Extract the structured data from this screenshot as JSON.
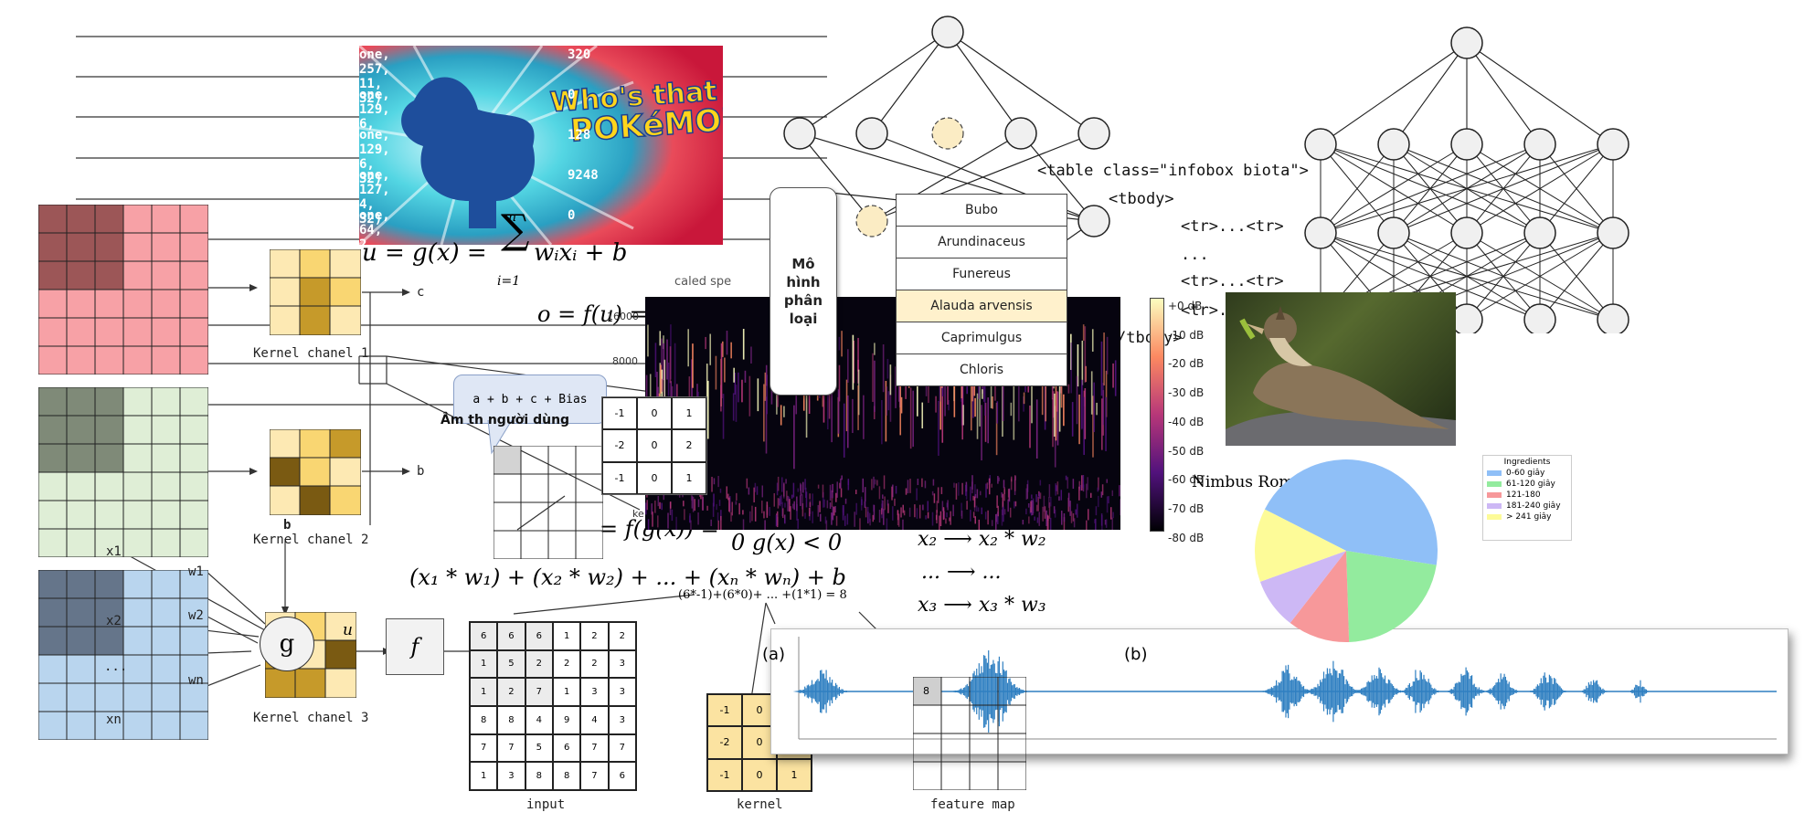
{
  "keras_summary": {
    "rows": [
      {
        "shape": "one, 257, 11, 32)",
        "params": "320"
      },
      {
        "shape": "one, 129, 6, ",
        "params": "0"
      },
      {
        "shape": "one, 129, 6, 32)",
        "params": "128"
      },
      {
        "shape": "one, 127, 4, 32)",
        "params": "9248"
      },
      {
        "shape": "one, 64, 2, 32)",
        "params": "0"
      }
    ]
  },
  "pokemon": {
    "line1": "Who's that",
    "line2": "POKéMON?"
  },
  "equations": {
    "u": "u = g(x) =",
    "sum_top": "n",
    "sum_bottom": "i=1",
    "sum_term": "wᵢxᵢ + b",
    "o": "o = f(u) =",
    "fg": "= f(g(x)) =",
    "piece": "0    g(x) < 0",
    "weighted_sum": "(x₁ * w₁) + (x₂ * w₂) + ... + (xₙ * wₙ) + b",
    "calc": "(6*-1)+(6*0)+ ... +(1*1) = 8",
    "map1": "x₂  ⟶ x₂ * w₂",
    "map2": "...   ⟶    ...",
    "map3": "x₃  ⟶ x₃ * w₃"
  },
  "kernels": {
    "label1": "Kernel chanel 1",
    "label2": "Kernel chanel 2",
    "label3": "Kernel chanel 3",
    "out_c": "c",
    "out_b": "b",
    "b_under": "b",
    "g": "g",
    "f": "f",
    "u": "u",
    "o": "o"
  },
  "neuron_inputs": {
    "x1": "x1",
    "x2": "x2",
    "dots": "...",
    "xn": "xn",
    "w1": "w1",
    "w2": "w2",
    "wn": "wn"
  },
  "bubble": {
    "text": "a + b + c + Bias"
  },
  "user_audio_label": "Âm th    người dùng",
  "kernel_small": [
    [
      "-1",
      "0",
      "1"
    ],
    [
      "-2",
      "0",
      "2"
    ],
    [
      "-1",
      "0",
      "1"
    ]
  ],
  "input_matrix": {
    "label": "input",
    "cells": [
      [
        "6",
        "6",
        "6",
        "1",
        "2",
        "2"
      ],
      [
        "1",
        "5",
        "2",
        "2",
        "2",
        "3"
      ],
      [
        "1",
        "2",
        "7",
        "1",
        "3",
        "3"
      ],
      [
        "8",
        "8",
        "4",
        "9",
        "4",
        "3"
      ],
      [
        "7",
        "7",
        "5",
        "6",
        "7",
        "7"
      ],
      [
        "1",
        "3",
        "8",
        "8",
        "7",
        "6"
      ]
    ]
  },
  "kernel_matrix": {
    "label": "kernel",
    "cells": [
      [
        "-1",
        "0",
        "1"
      ],
      [
        "-2",
        "0",
        "2"
      ],
      [
        "-1",
        "0",
        "1"
      ]
    ]
  },
  "feature_map": {
    "label": "feature map",
    "value": "8"
  },
  "model": {
    "lines": [
      "Mô",
      "hình",
      "phân",
      "loại"
    ]
  },
  "species_menu": {
    "items": [
      "Bubo",
      "Arundinaceus",
      "Funereus",
      "Alauda arvensis",
      "Caprimulgus",
      "Chloris"
    ],
    "selected": "Alauda arvensis"
  },
  "spectrogram": {
    "y_ticks": [
      "16000",
      "8000"
    ],
    "colorbar_ticks": [
      "+0 dB",
      "-10 dB",
      "-20 dB",
      "-30 dB",
      "-40 dB",
      "-50 dB",
      "-60 dB",
      "-70 dB",
      "-80 dB"
    ],
    "hidden_title": "caled spe",
    "ke": "ke"
  },
  "html_code": {
    "line1": "<table class=\"infobox biota\">",
    "line2": "<tbody>",
    "line3": "<tr>...<tr>",
    "line4": "...",
    "line5": "<tr>...<tr>",
    "line6": "<tr>...",
    "line7": "/tbody>"
  },
  "pie": {
    "font_label": "Nimbus Roman No9 L",
    "legend_title": "Ingredients",
    "slices": [
      {
        "label": "0-60 giây",
        "value": 45,
        "color": "#8fbff7"
      },
      {
        "label": "61-120 giây",
        "value": 22,
        "color": "#93eb9e"
      },
      {
        "label": "121-180",
        "value": 11,
        "color": "#f7989a"
      },
      {
        "label": "181-240 giây",
        "value": 9,
        "color": "#cdb8f5"
      },
      {
        "label": "> 241 giây",
        "value": 13,
        "color": "#fdfb98"
      }
    ]
  },
  "waveform": {
    "label_a": "(a)",
    "label_b": "(b)",
    "color": "#2f7fc1"
  },
  "colors": {
    "red_block": "#f7a1a6",
    "green_block": "#dfeed6",
    "blue_block": "#b9d5ee",
    "kernel_yellow": "#fbe3a1",
    "kernel_dark": "#c69a2a"
  }
}
